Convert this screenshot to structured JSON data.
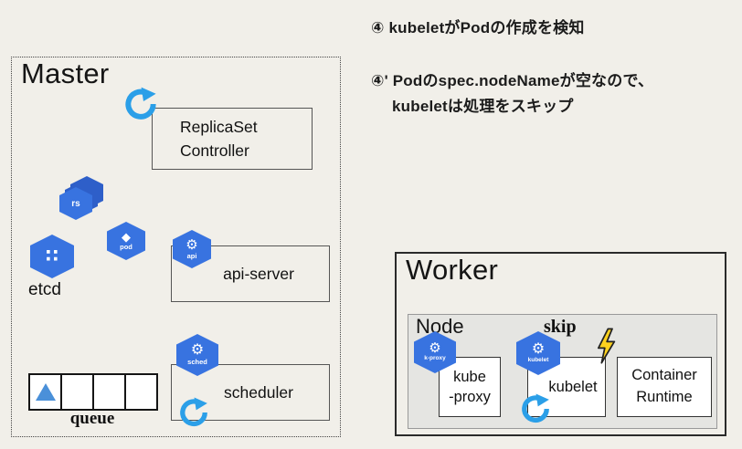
{
  "annotations": {
    "line1": "④ kubeletがPodの作成を検知",
    "line2": "④' Podのspec.nodeNameが空なので、",
    "line3": "kubeletは処理をスキップ"
  },
  "master": {
    "title": "Master",
    "replicaset": {
      "line1": "ReplicaSet",
      "line2": "Controller"
    },
    "api_server_label": "api-server",
    "scheduler_label": "scheduler",
    "etcd_label": "etcd",
    "queue_label": "queue",
    "icons": {
      "rs": {
        "label": "rs"
      },
      "pod": {
        "glyph": "◆",
        "label": "pod"
      },
      "etcd": {
        "glyph": "∷",
        "label": ""
      },
      "api": {
        "glyph": "⚙",
        "label": "api"
      },
      "sched": {
        "glyph": "⚙",
        "label": "sched"
      }
    }
  },
  "worker": {
    "title": "Worker",
    "node_title": "Node",
    "skip_label": "skip",
    "kube_proxy": {
      "line1": "kube",
      "line2": "-proxy"
    },
    "kubelet_label": "kubelet",
    "container_runtime": {
      "line1": "Container",
      "line2": "Runtime"
    },
    "icons": {
      "k_proxy": {
        "glyph": "⚙",
        "label": "k-proxy"
      },
      "kubelet": {
        "glyph": "⚙",
        "label": "kubelet"
      }
    }
  },
  "colors": {
    "hex_blue": "#3873e0",
    "refresh_blue": "#2b9fe8",
    "triangle_blue": "#4a90d9",
    "lightning_yellow": "#ffd21e",
    "node_bg": "#e5e5e2"
  }
}
